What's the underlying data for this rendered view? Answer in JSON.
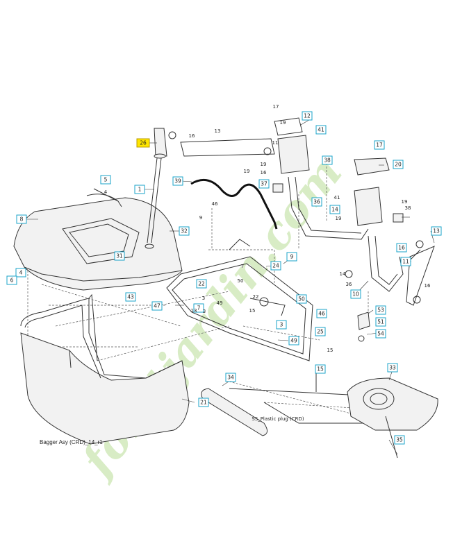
{
  "caption": "Bagger Asy (CRD)_14_r1",
  "watermark": "foretjardin.com",
  "highlight_color": "#ffe600",
  "callout_color": "#1aa3c8",
  "small_label": "SS_Plastic plug (CRD)",
  "callouts": [
    {
      "id": "26",
      "highlight": true
    },
    {
      "id": "5"
    },
    {
      "id": "8"
    },
    {
      "id": "4"
    },
    {
      "id": "6"
    },
    {
      "id": "31"
    },
    {
      "id": "32"
    },
    {
      "id": "43"
    },
    {
      "id": "47"
    },
    {
      "id": "39"
    },
    {
      "id": "22"
    },
    {
      "id": "7"
    },
    {
      "id": "24"
    },
    {
      "id": "9"
    },
    {
      "id": "3"
    },
    {
      "id": "12"
    },
    {
      "id": "41"
    },
    {
      "id": "38"
    },
    {
      "id": "17"
    },
    {
      "id": "20"
    },
    {
      "id": "37"
    },
    {
      "id": "36"
    },
    {
      "id": "14"
    },
    {
      "id": "13"
    },
    {
      "id": "16"
    },
    {
      "id": "11"
    },
    {
      "id": "10"
    },
    {
      "id": "53"
    },
    {
      "id": "51"
    },
    {
      "id": "54"
    },
    {
      "id": "46"
    },
    {
      "id": "25"
    },
    {
      "id": "49"
    },
    {
      "id": "50"
    },
    {
      "id": "15"
    },
    {
      "id": "34"
    },
    {
      "id": "33"
    },
    {
      "id": "35"
    },
    {
      "id": "21"
    },
    {
      "id": "1"
    }
  ],
  "plain_numbers": [
    "16",
    "13",
    "11",
    "17",
    "19",
    "19",
    "16",
    "19",
    "41",
    "19",
    "19",
    "38",
    "4",
    "46",
    "9",
    "3",
    "3",
    "13",
    "50",
    "49",
    "15",
    "22",
    "7",
    "14",
    "36",
    "16",
    "15"
  ]
}
